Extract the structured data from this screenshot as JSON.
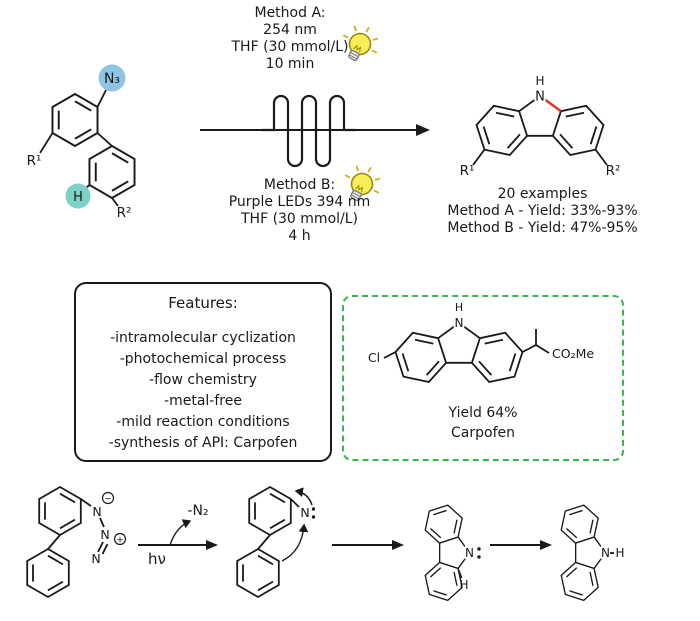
{
  "colors": {
    "ink": "#1a1a1a",
    "azide_highlight": "#8fc4e3",
    "ch_highlight": "#7fd0c6",
    "new_bond_red": "#e0392e",
    "carpofen_box_green": "#3cb54a",
    "bulb_yellow": "#f8ef58"
  },
  "scheme": {
    "method_a": {
      "title": "Method A:",
      "wavelength": "254 nm",
      "solvent": "THF (30 mmol/L)",
      "time": "10 min"
    },
    "method_b": {
      "title": "Method B:",
      "light": "Purple LEDs 394 nm",
      "solvent": "THF (30 mmol/L)",
      "time": "4 h"
    },
    "reactant": {
      "azide": "N₃",
      "ch": "H",
      "r1": "R¹",
      "r2": "R²"
    },
    "product": {
      "n": "N",
      "nh": "H",
      "r1": "R¹",
      "r2": "R²"
    },
    "results": {
      "examples": "20 examples",
      "yield_a": "Method A - Yield: 33%-93%",
      "yield_b": "Method B - Yield: 47%-95%"
    }
  },
  "features": {
    "title": "Features:",
    "items": [
      "-intramolecular cyclization",
      "-photochemical process",
      "-flow chemistry",
      "-metal-free",
      "-mild reaction conditions",
      "-synthesis of API: Carpofen"
    ]
  },
  "carpofen": {
    "cl": "Cl",
    "n": "N",
    "nh": "H",
    "ester": "CO₂Me",
    "yield": "Yield 64%",
    "name": "Carpofen"
  },
  "mechanism": {
    "n1": "N",
    "n2": "N",
    "n3": "N",
    "minus": "−",
    "plus": "+",
    "hv": "hν",
    "n2_loss": "-N₂",
    "nitrene_n": "N",
    "intermediate_n": "N",
    "intermediate_h": "H",
    "product_n": "N",
    "product_h": "H"
  }
}
